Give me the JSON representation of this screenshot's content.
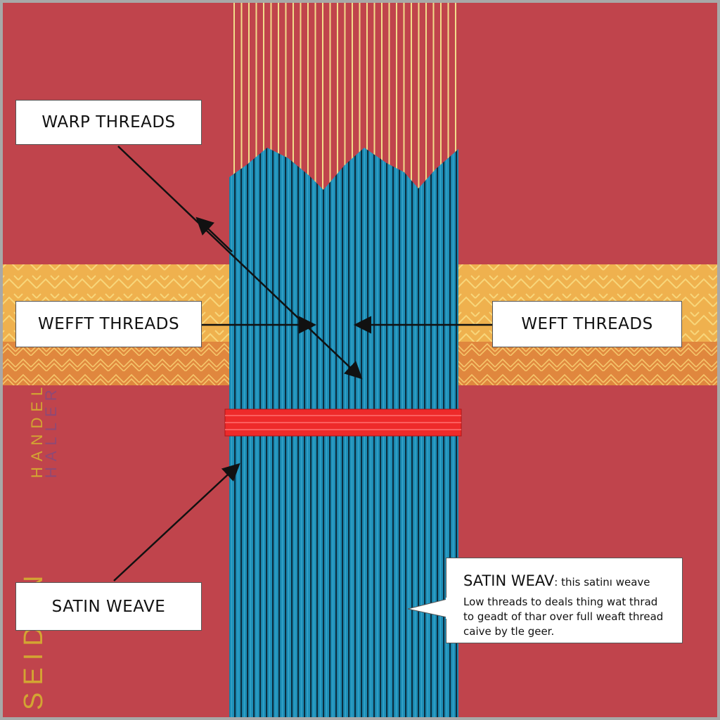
{
  "labels": {
    "warp": "WARP THREADS",
    "weft_left": "WEFFT THREADS",
    "weft_right": "WEFT THREADS",
    "satin": "SATIN WEAVE"
  },
  "callout": {
    "title": "SATIN WEAV",
    "subtitle": ": this satinı weave",
    "body": "Low threads to deals thing wat thrad to geadt of thar over full weaft thread caive by tle geer."
  },
  "watermark": {
    "line1": "SEIDENHANDEL",
    "line2": "HALLER"
  },
  "colors": {
    "background": "#c0444c",
    "fabric": "#1b88b0",
    "band": "#efb14e",
    "warp": "#f2dc8a",
    "red_strip": "#ee2a2a"
  }
}
